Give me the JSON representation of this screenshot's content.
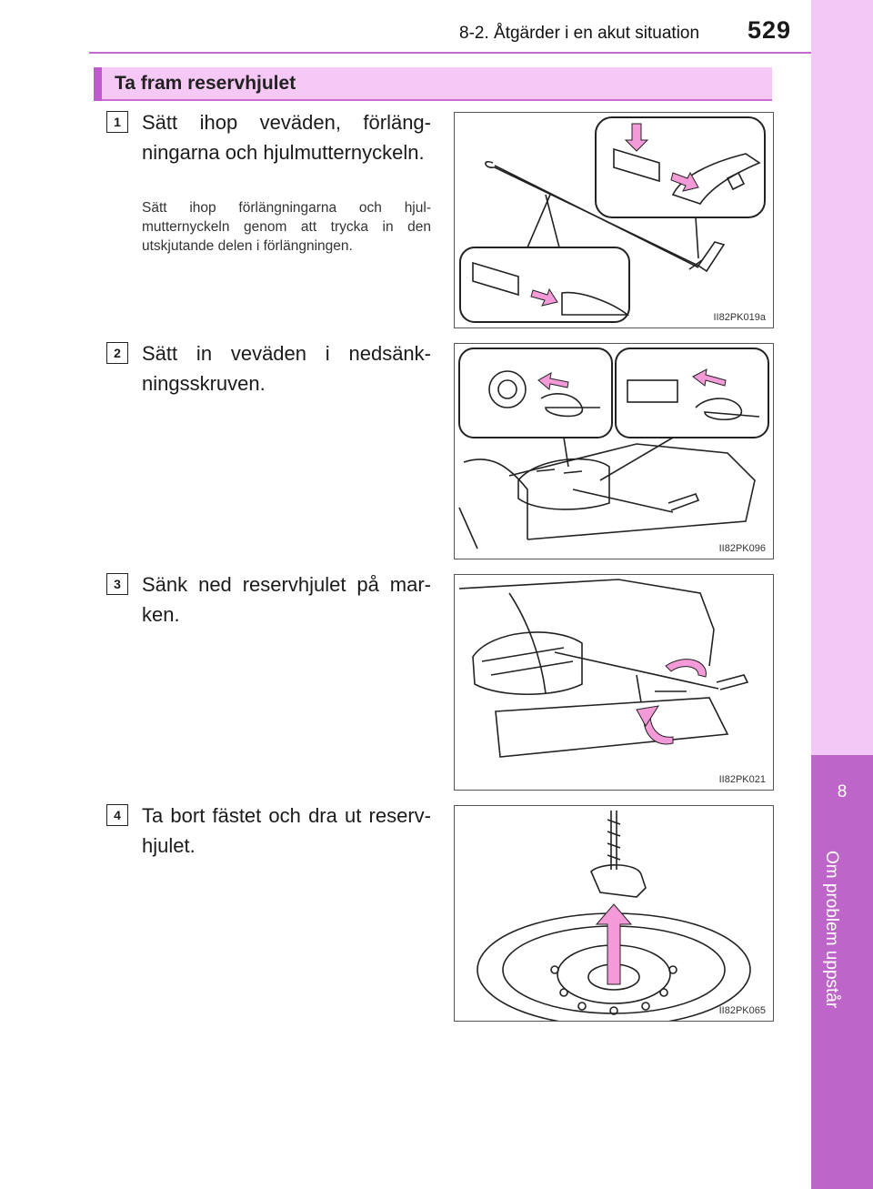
{
  "header": {
    "section_label": "8-2. Åtgärder i en akut situation",
    "page_number": "529"
  },
  "side_tab": {
    "chapter_number": "8",
    "chapter_title": "Om problem uppstår"
  },
  "section_title": "Ta fram reservhjulet",
  "steps": [
    {
      "number": "1",
      "text": "Sätt ihop veväden, förläng­ningarna och hjulmutternyck­eln.",
      "note": "Sätt ihop förlängningarna och hjul­mutternyckeln genom att trycka in den utskjutande delen i förläng­ningen.",
      "figure_code": "II82PK019a"
    },
    {
      "number": "2",
      "text": "Sätt in veväden i nedsänk­ningsskruven.",
      "figure_code": "II82PK096"
    },
    {
      "number": "3",
      "text": "Sänk ned reservhjulet på mar­ken.",
      "figure_code": "II82PK021"
    },
    {
      "number": "4",
      "text": "Ta bort fästet och dra ut reserv­hjulet.",
      "figure_code": "II82PK065"
    }
  ],
  "colors": {
    "accent": "#c06bcd",
    "tab_light": "#f3c8f6",
    "tab_dark": "#be65c9",
    "arrow": "#f49ad8"
  }
}
